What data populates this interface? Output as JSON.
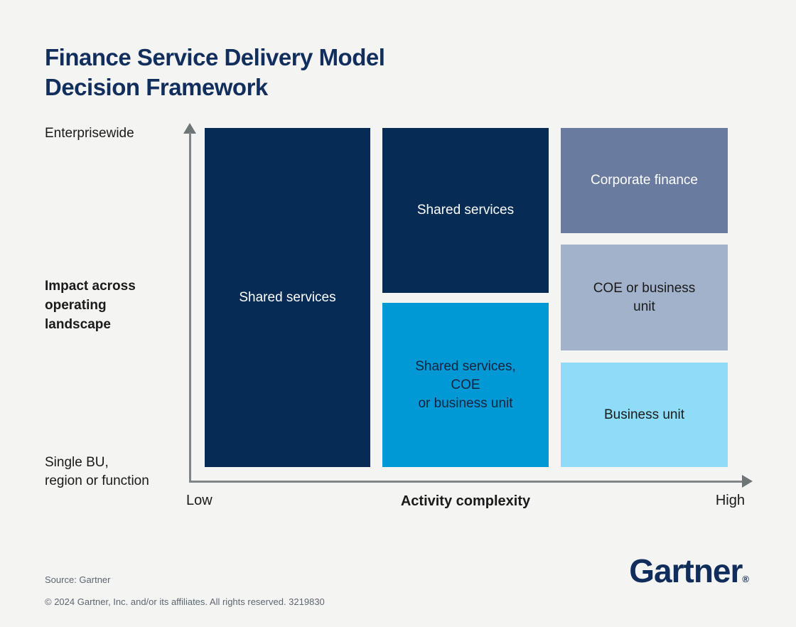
{
  "title": {
    "text": "Finance Service Delivery Model\nDecision Framework"
  },
  "y_axis": {
    "top_label": "Enterprisewide",
    "axis_label": "Impact across\noperating\nlandscape",
    "bottom_label": "Single BU,\nregion or function"
  },
  "x_axis": {
    "left_label": "Low",
    "axis_label": "Activity complexity",
    "right_label": "High"
  },
  "matrix": {
    "boxes": [
      {
        "id": "shared-services-low-complexity",
        "label": "Shared services",
        "complexity": "low",
        "impact": "single-bu-to-enterprisewide",
        "color": "#062c55",
        "text_color": "#ffffff"
      },
      {
        "id": "shared-services-medium-high-impact",
        "label": "Shared services",
        "complexity": "medium",
        "impact": "high",
        "color": "#062c55",
        "text_color": "#ffffff"
      },
      {
        "id": "shared-services-coe-or-bu",
        "label": "Shared services,\nCOE\nor business unit",
        "complexity": "medium",
        "impact": "low",
        "color": "#0099d5",
        "text_color": "#14233e"
      },
      {
        "id": "corporate-finance",
        "label": "Corporate finance",
        "complexity": "high",
        "impact": "high",
        "color": "#697c9f",
        "text_color": "#ffffff"
      },
      {
        "id": "coe-or-business-unit",
        "label": "COE or business\nunit",
        "complexity": "high",
        "impact": "medium",
        "color": "#a2b2ca",
        "text_color": "#1a1a1a"
      },
      {
        "id": "business-unit",
        "label": "Business unit",
        "complexity": "high",
        "impact": "low",
        "color": "#8edcf8",
        "text_color": "#1a1a1a"
      }
    ]
  },
  "footer": {
    "source": "Source: Gartner",
    "copyright": "© 2024 Gartner, Inc. and/or its affiliates. All rights reserved. 3219830",
    "logo_text": "Gartner",
    "logo_reg": "®"
  },
  "colors": {
    "background": "#f4f4f2",
    "title_navy": "#112e5c",
    "dark_navy_box": "#062c55",
    "cyan_box": "#0099d5",
    "slate_box": "#697c9f",
    "steel_box": "#a2b2ca",
    "sky_box": "#8edcf8",
    "axis_gray": "#7f8687",
    "footer_gray": "#5c6771"
  }
}
